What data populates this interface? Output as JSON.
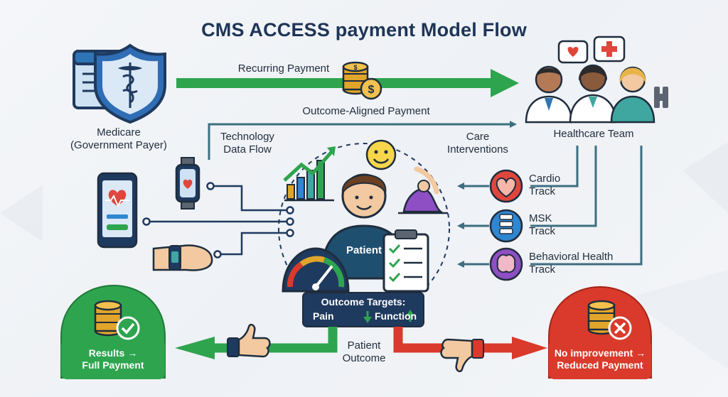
{
  "title": "CMS ACCESS payment Model Flow",
  "payer": {
    "line1": "Medicare",
    "line2": "(Government Payer)"
  },
  "team": {
    "label": "Healthcare Team"
  },
  "flows": {
    "recurring": "Recurring Payment",
    "outcome_aligned": "Outcome-Aligned Payment",
    "tech_line1": "Technology",
    "tech_line2": "Data Flow",
    "care_line1": "Care",
    "care_line2": "Interventions"
  },
  "tracks": [
    {
      "line1": "Cardio",
      "line2": "Track",
      "icon": "heart-organ-icon",
      "color": "#e0463c"
    },
    {
      "line1": "MSK",
      "line2": "Track",
      "icon": "spine-icon",
      "color": "#2f86d1"
    },
    {
      "line1": "Behavioral Health",
      "line2": "Track",
      "icon": "brain-icon",
      "color": "#8f4fc4"
    }
  ],
  "patient": {
    "label": "Patient"
  },
  "targets": {
    "title": "Outcome Targets:",
    "pain": "Pain",
    "function": "Function"
  },
  "result": {
    "outcome_line1": "Patient",
    "outcome_line2": "Outcome",
    "success_line1": "Results →",
    "success_line2": "Full Payment",
    "fail_line1": "No improvement →",
    "fail_line2": "Reduced Payment"
  },
  "colors": {
    "green": "#2ea44f",
    "red": "#d93a2b",
    "navy": "#1f3a5f",
    "teal_arrow": "#3c6f80",
    "gold": "#e0a52a"
  }
}
